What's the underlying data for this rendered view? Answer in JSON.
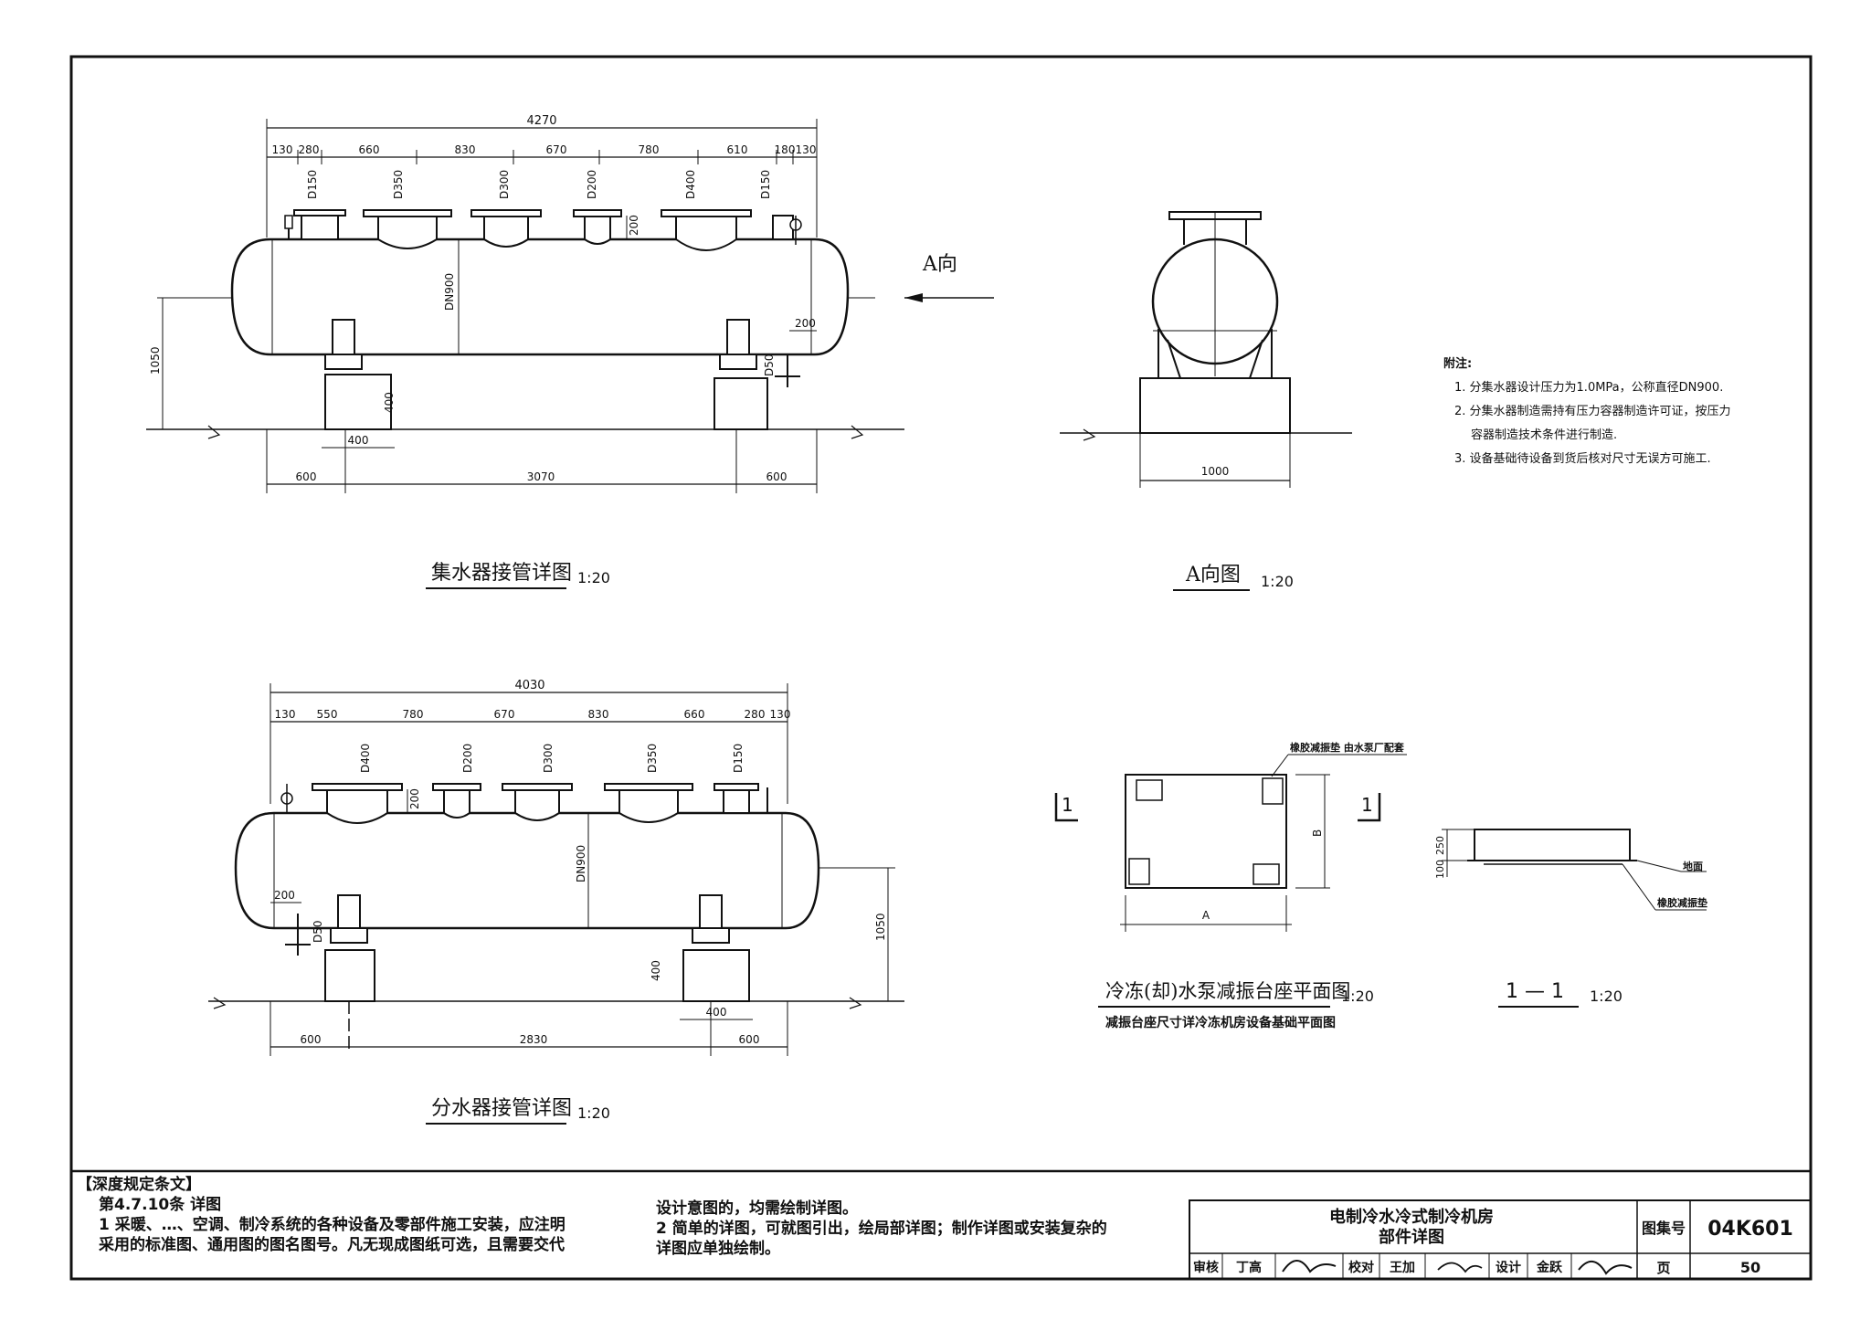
{
  "top_drawing": {
    "title": "集水器接管详图",
    "scale": "1:20",
    "overall_dim": "4270",
    "segment_dims": [
      "130",
      "280",
      "660",
      "830",
      "670",
      "780",
      "610",
      "180",
      "130"
    ],
    "pipe_labels": [
      "D150",
      "D350",
      "D300",
      "D200",
      "D400",
      "D150"
    ],
    "body_label": "DN900",
    "small_dims": [
      "200",
      "200",
      "D50",
      "400",
      "400",
      "1050"
    ],
    "bottom_dims": [
      "600",
      "3070",
      "600"
    ],
    "direction_label": "A向"
  },
  "side_view": {
    "title": "A向图",
    "scale": "1:20",
    "width_dim": "1000"
  },
  "bottom_drawing": {
    "title": "分水器接管详图",
    "scale": "1:20",
    "overall_dim": "4030",
    "segment_dims": [
      "130",
      "550",
      "780",
      "670",
      "830",
      "660",
      "280",
      "130"
    ],
    "pipe_labels": [
      "D400",
      "D200",
      "D300",
      "D350",
      "D150"
    ],
    "body_label": "DN900",
    "small_dims": [
      "200",
      "200",
      "D50",
      "400",
      "400",
      "1050"
    ],
    "bottom_dims": [
      "600",
      "2830",
      "600"
    ]
  },
  "pad_plan": {
    "title": "冷冻(却)水泵减振台座平面图",
    "scale": "1:20",
    "subtitle": "减振台座尺寸详冷冻机房设备基础平面图",
    "callout": "橡胶减振垫  由水泵厂配套",
    "dim_a": "A",
    "dim_b": "B",
    "section_mark": "1"
  },
  "section_11": {
    "title": "1 — 1",
    "scale": "1:20",
    "dims": [
      "250",
      "100"
    ],
    "label_floor": "地面",
    "label_pad": "橡胶减振垫"
  },
  "notes": {
    "heading": "附注:",
    "items": [
      "1. 分集水器设计压力为1.0MPa，公称直径DN900.",
      "2. 分集水器制造需持有压力容器制造许可证，按压力",
      "容器制造技术条件进行制造.",
      "3. 设备基础待设备到货后核对尺寸无误方可施工."
    ]
  },
  "footer": {
    "heading": "【深度规定条文】",
    "clause": "第4.7.10条  详图",
    "left_lines": [
      "1 采暖、…、空调、制冷系统的各种设备及零部件施工安装，应注明",
      "采用的标准图、通用图的图名图号。凡无现成图纸可选，且需要交代"
    ],
    "mid_lines": [
      "设计意图的，均需绘制详图。",
      "2 简单的详图，可就图引出，绘局部详图；制作详图或安装复杂的",
      "详图应单独绘制。"
    ],
    "title_line1": "电制冷水冷式制冷机房",
    "title_line2": "部件详图",
    "atlas_label": "图集号",
    "atlas_no": "04K601",
    "page_label": "页",
    "page_no": "50",
    "sign_labels": [
      "审核",
      "丁高",
      "校对",
      "王加",
      "设计",
      "金跃"
    ]
  }
}
